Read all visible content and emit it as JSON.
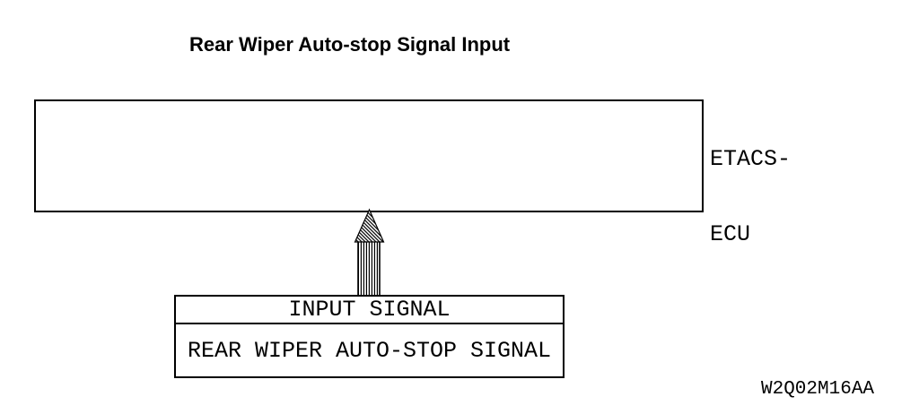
{
  "title": "Rear Wiper Auto-stop Signal Input",
  "ecu": {
    "label_line1": "ETACS-",
    "label_line2": "ECU"
  },
  "signal_box": {
    "header": "INPUT SIGNAL",
    "signal_name": "REAR WIPER AUTO-STOP SIGNAL"
  },
  "figure_code": "W2Q02M16AA",
  "colors": {
    "line": "#000000",
    "background": "#ffffff"
  }
}
